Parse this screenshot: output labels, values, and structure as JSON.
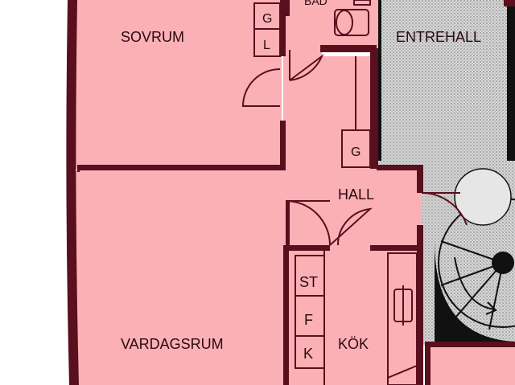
{
  "rooms": {
    "sovrum": "SOVRUM",
    "bad": "BAD",
    "entrehall": "ENTREHALL",
    "hall": "HALL",
    "vardagsrum": "VARDAGSRUM",
    "kok": "KÖK"
  },
  "fixtures": {
    "wardrobe_g_top": "G",
    "wardrobe_l": "L",
    "wardrobe_g_hall": "G",
    "kitchen_st": "ST",
    "kitchen_f": "F",
    "kitchen_k": "K"
  },
  "colors": {
    "room_fill": "#fbb0b5",
    "wall": "#5a0f1e",
    "stair_hatch": "#cfcfcf",
    "background": "#ffffff"
  }
}
